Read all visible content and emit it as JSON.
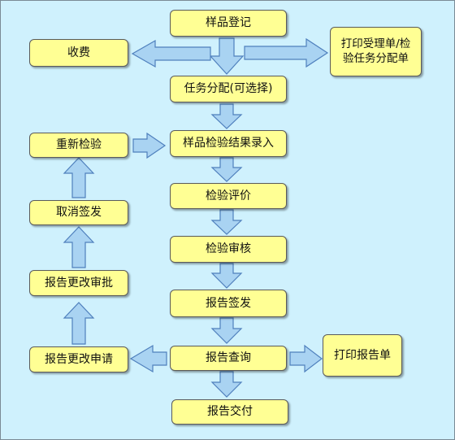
{
  "diagram": {
    "boxes": {
      "sample_registration": "样品登记",
      "charge_fee": "收费",
      "print_acceptance_and_assignment": "打印受理单/检\n验任务分配单",
      "task_assignment": "任务分配(可选择)",
      "result_entry": "样品检验结果录入",
      "recheck": "重新检验",
      "inspection_evaluation": "检验评价",
      "cancel_issue": "取消签发",
      "inspection_review": "检验审核",
      "report_change_approval": "报告更改审批",
      "report_issue": "报告签发",
      "report_query": "报告查询",
      "report_change_request": "报告更改申请",
      "print_report": "打印报告单",
      "report_delivery": "报告交付"
    },
    "colors": {
      "background": "#cff1fd",
      "box_fill": "#ffff94",
      "arrow_fill": "#a9d3f2",
      "arrow_stroke": "#4f80bd"
    }
  }
}
